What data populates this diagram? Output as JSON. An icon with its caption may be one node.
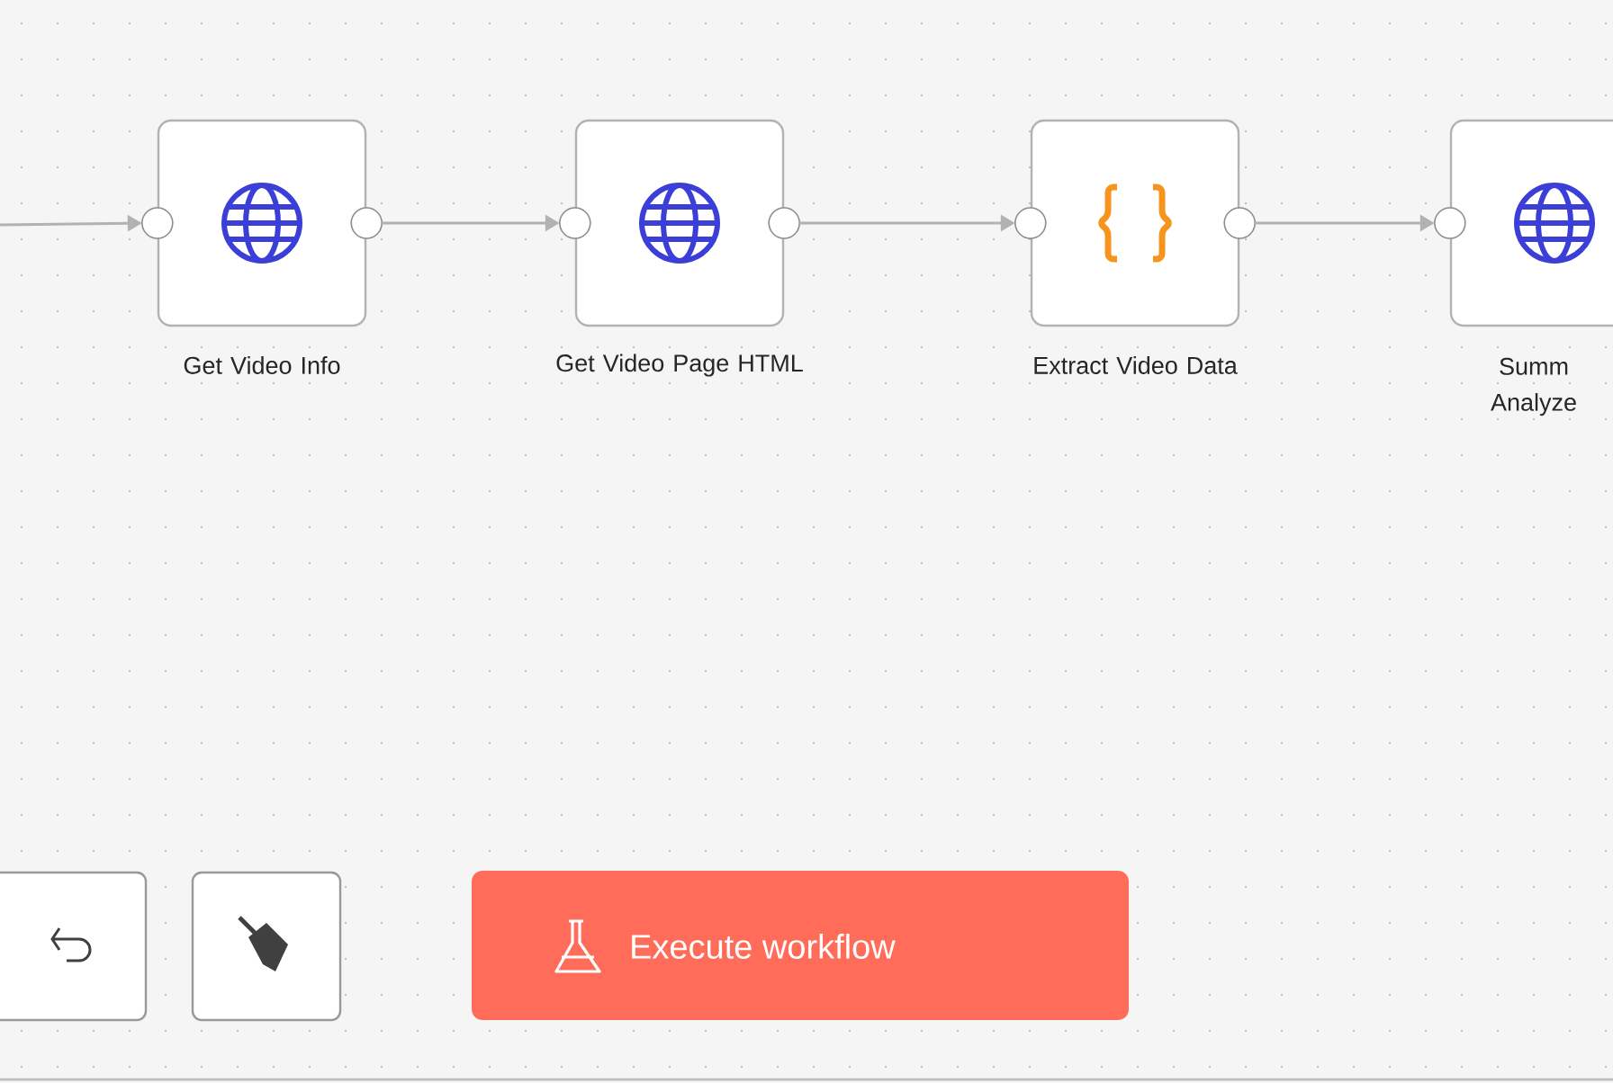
{
  "diagram": {
    "nodes": [
      {
        "text": [
          "Get Video Info"
        ]
      },
      {
        "text": [
          "Get Video Page HTML"
        ]
      },
      {
        "text": [
          "Extract Video Data"
        ]
      },
      {
        "text": [
          "Summ Analyze"
        ]
      }
    ],
    "edges": [
      {
        "from": null,
        "to": 0,
        "arrow": "to"
      },
      {
        "from": 0,
        "to": 1,
        "arrow": "to"
      },
      {
        "from": 1,
        "to": 2,
        "arrow": "to"
      },
      {
        "from": 2,
        "to": 3,
        "arrow": "to"
      }
    ],
    "labels": [
      "Execute workflow"
    ]
  }
}
